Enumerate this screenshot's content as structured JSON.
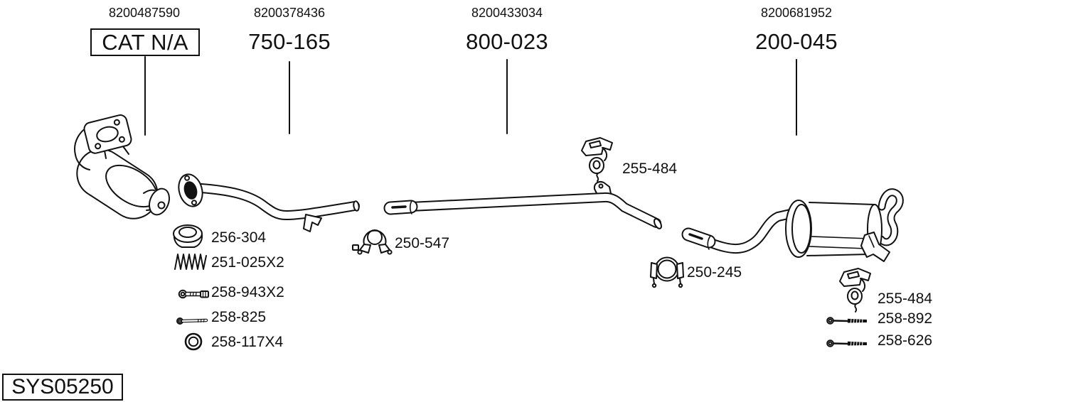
{
  "page": {
    "background": "#ffffff",
    "ink": "#111111"
  },
  "system_id": "SYS05250",
  "columns": [
    {
      "oem": "8200487590",
      "part": "CAT N/A",
      "boxed": true,
      "icon": "catalytic-converter-art"
    },
    {
      "oem": "8200378436",
      "part": "750-165",
      "boxed": false,
      "icon": "front-pipe-art"
    },
    {
      "oem": "8200433034",
      "part": "800-023",
      "boxed": false,
      "icon": "center-pipe-art"
    },
    {
      "oem": "8200681952",
      "part": "200-045",
      "boxed": false,
      "icon": "rear-silencer-art"
    }
  ],
  "callouts": [
    {
      "label": "255-484",
      "icon": "hanger-icon"
    },
    {
      "label": "256-304",
      "icon": "gasket-ring-icon"
    },
    {
      "label": "251-025X2",
      "icon": "spring-icon"
    },
    {
      "label": "258-943X2",
      "icon": "bolt-with-nut-icon"
    },
    {
      "label": "258-825",
      "icon": "long-bolt-icon"
    },
    {
      "label": "258-117X4",
      "icon": "washer-icon"
    },
    {
      "label": "250-547",
      "icon": "omega-clamp-icon"
    },
    {
      "label": "250-245",
      "icon": "round-clamp-icon"
    },
    {
      "label": "255-484",
      "icon": "hanger-icon"
    },
    {
      "label": "258-892",
      "icon": "bolt-icon"
    },
    {
      "label": "258-626",
      "icon": "bolt-icon"
    }
  ]
}
